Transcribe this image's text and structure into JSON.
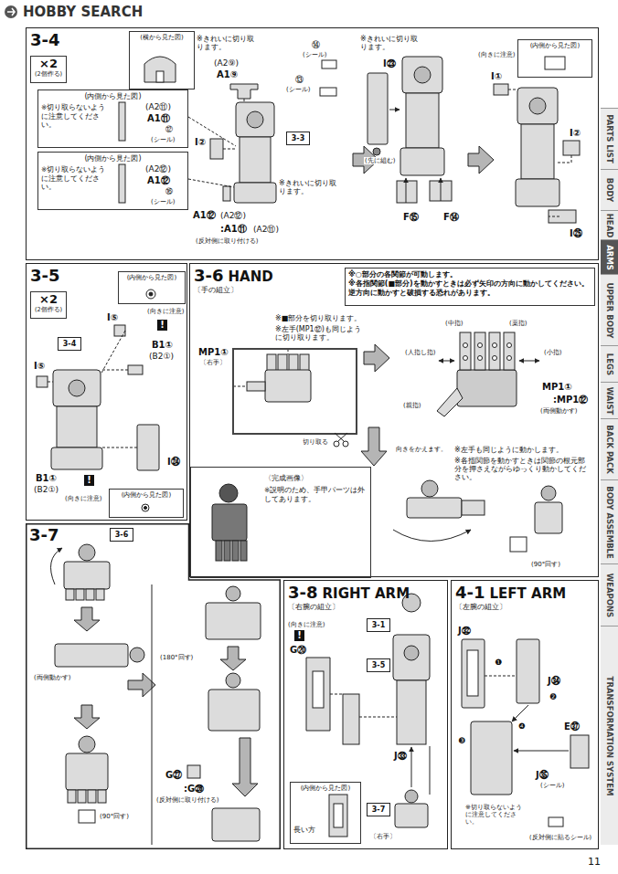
{
  "diagram": {
    "nodes": [
      {
        "text": [
          "3-4"
        ]
      },
      {
        "text": [
          "×2",
          "(2個作る)"
        ],
        "in": 0
      },
      {
        "text": [
          "(横から見た図)"
        ],
        "in": 0
      },
      {
        "text": [
          "(内側から見た図)",
          "※切り取らないように注意してください。"
        ],
        "in": 0
      },
      {
        "text": [
          "(内側から見た図)",
          "※切り取らないように注意してください。"
        ],
        "in": 0
      },
      {
        "text": [
          "3-3"
        ],
        "in": 0
      },
      {
        "text": [
          "(内側から見た図)"
        ],
        "in": 0
      },
      {
        "text": [
          "3-5"
        ]
      },
      {
        "text": [
          "×2",
          "(2個作る)"
        ],
        "in": 7
      },
      {
        "text": [
          "(内側から見た図)"
        ],
        "in": 7
      },
      {
        "text": [
          "3-4"
        ],
        "in": 7
      },
      {
        "text": [
          "(内側から見た図)"
        ],
        "in": 7
      },
      {
        "text": [
          "3-6",
          "HAND",
          "〔手の組立〕"
        ]
      },
      {
        "text": [
          "※○部分の各関節が可動します。",
          "※各指関節(■部分)を動かすときは必ず矢印の方向に動かしてください。逆方向に動かすと破損する恐れがあります。"
        ],
        "in": 12
      },
      {
        "text": [
          "〈完成画像〉",
          "※説明のため、手甲パーツは外してあります。"
        ],
        "in": 12
      },
      {
        "text": [
          "3-7"
        ]
      },
      {
        "text": [
          "3-6"
        ],
        "in": 15
      },
      {
        "text": [
          "3-8",
          "RIGHT ARM",
          "〔右腕の組立〕"
        ]
      },
      {
        "text": [
          "3-1"
        ],
        "in": 17
      },
      {
        "text": [
          "3-5"
        ],
        "in": 17
      },
      {
        "text": [
          "(内側から見た図)",
          "長い方"
        ],
        "in": 17
      },
      {
        "text": [
          "3-7"
        ],
        "in": 17
      },
      {
        "text": [
          "4-1",
          "LEFT ARM",
          "〔左腕の組立〕"
        ]
      },
      {
        "text": [
          "PARTS LIST"
        ]
      },
      {
        "text": [
          "BODY"
        ]
      },
      {
        "text": [
          "HEAD"
        ]
      },
      {
        "text": [
          "ARMS"
        ]
      },
      {
        "text": [
          "UPPER BODY"
        ]
      },
      {
        "text": [
          "LEGS"
        ]
      },
      {
        "text": [
          "WAIST"
        ]
      },
      {
        "text": [
          "BACK PACK"
        ]
      },
      {
        "text": [
          "BODY ASSEMBLE"
        ]
      },
      {
        "text": [
          "WEAPONS"
        ]
      },
      {
        "text": [
          "TRANSFORMATION SYSTEM"
        ]
      }
    ],
    "labels": [
      "HOBBY SEARCH",
      "※きれいに切り取ります。",
      "(A2⑨)",
      "A1⑨",
      "⑭",
      "(シール)",
      "⑬",
      "(シール)",
      "(A2⑪)",
      "A1⑪",
      "⑫",
      "(シール)",
      "(A2⑫)",
      "A1⑫",
      "⑯",
      "(シール)",
      "I②",
      "※きれいに切り取ります。",
      "A1⑫",
      "(A2⑫)",
      ":A1⑪",
      "(A2⑪)",
      "(反対側に取り付ける)",
      "※きれいに切り取ります。",
      "I㉓",
      "(先に組む)",
      "F⑮",
      "F⑭",
      "(向きに注意)",
      "I①",
      "I②",
      "I㉕",
      "(向きに注意)",
      "!",
      "I⑤",
      "B1①",
      "(B2①)",
      "I⑤",
      "I㉔",
      "B1①",
      "(B2①)",
      "!",
      "(向きに注意)",
      "※■部分を切り取ります。",
      "※左手(MP1⑫)も同じように切り取ります。",
      "MP1①",
      "〔右手〕",
      "切り取る",
      "(中指)",
      "(薬指)",
      "(人指し指)",
      "(小指)",
      "(親指)",
      "MP1①",
      ":MP1⑫",
      "(両側動かす)",
      "向きをかえます。",
      "※左手も同じように動かします。",
      "※各指関節を動かすときは関節の根元部分を押さえながらゆっくり動かしてください。",
      "(90°回す)",
      "(両側動かす)",
      "(180°回す)",
      "(90°回す)",
      "G㉗",
      ":G㉖",
      "(反対側に取り付ける)",
      "(向きに注意)",
      "!",
      "G⑳",
      "J㉝",
      "〔右手〕",
      "J㉜",
      "J㉞",
      "E㊲",
      "J㉟",
      "(シール)",
      "※切り取らないように注意してください。",
      "(反対側に貼るシール)",
      "❶",
      "❷",
      "❸",
      "❹",
      "11"
    ]
  }
}
